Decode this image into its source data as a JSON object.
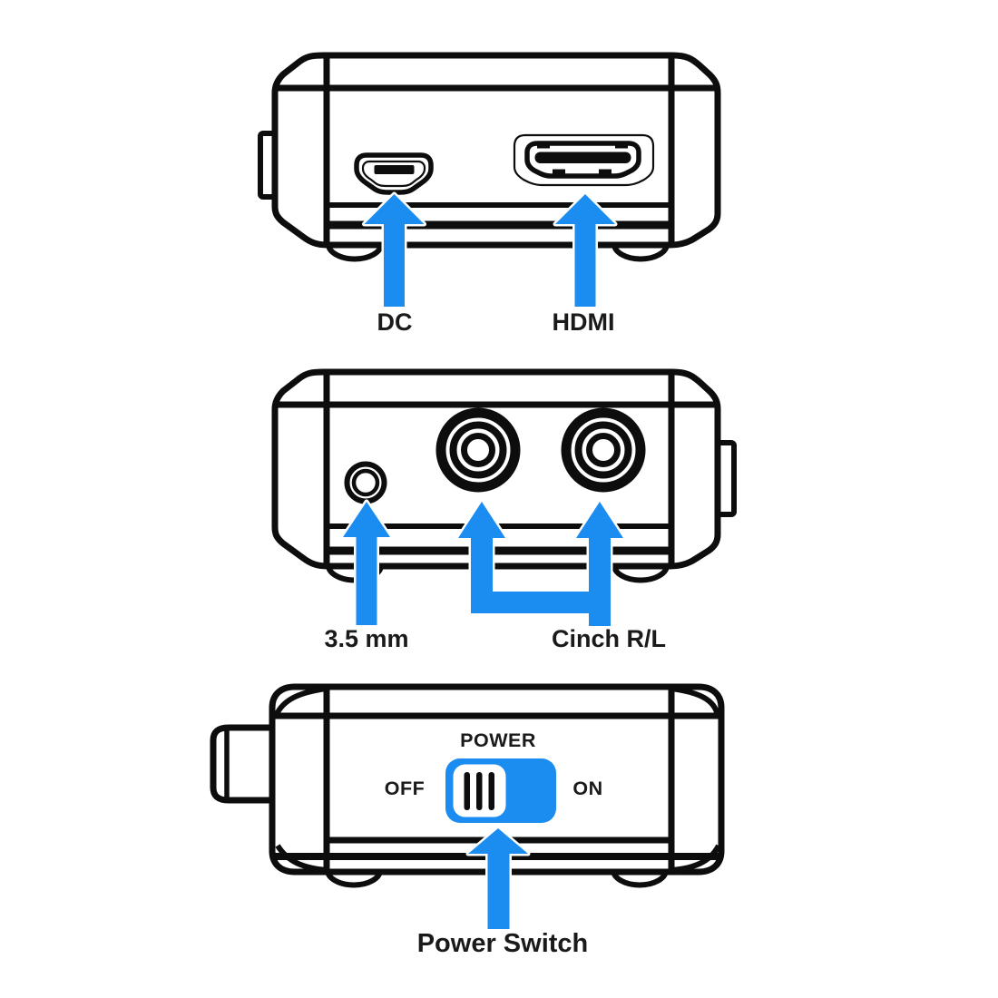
{
  "colors": {
    "accent": "#1b8cf0",
    "line": "#0d0d0d",
    "text": "#1a1a1a",
    "background": "#ffffff"
  },
  "graphics": [
    "micro-usb-dc-port",
    "hdmi-port",
    "jack-3-5mm-port",
    "rca-cinch-left-port",
    "rca-cinch-right-port",
    "power-switch",
    "power-switch-knob",
    "up-arrow-dc",
    "up-arrow-hdmi",
    "up-arrow-jack",
    "u-arrow-cinch",
    "up-arrow-power-switch"
  ],
  "panel_top": {
    "dc_label": "DC",
    "hdmi_label": "HDMI"
  },
  "panel_middle": {
    "jack_label": "3.5 mm",
    "cinch_label": "Cinch R/L"
  },
  "panel_bottom": {
    "power_label": "POWER",
    "off_label": "OFF",
    "on_label": "ON",
    "caption": "Power Switch"
  }
}
